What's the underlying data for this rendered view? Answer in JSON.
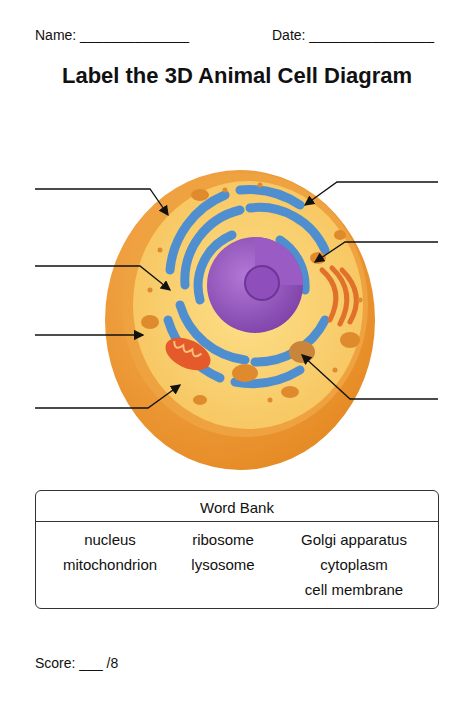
{
  "diagram": {
    "title": "Label the 3D Animal Cell Diagram",
    "nodes": [
      {
        "text": [
          "Word Bank",
          "nucleus",
          "ribosome",
          "Golgi apparatus",
          "mitochondrion",
          "lysosome",
          "cytoplasm",
          "cell membrane"
        ]
      }
    ],
    "labels": [
      "Name: ______________",
      "Date: ________________",
      "Score: ___ /8"
    ]
  }
}
